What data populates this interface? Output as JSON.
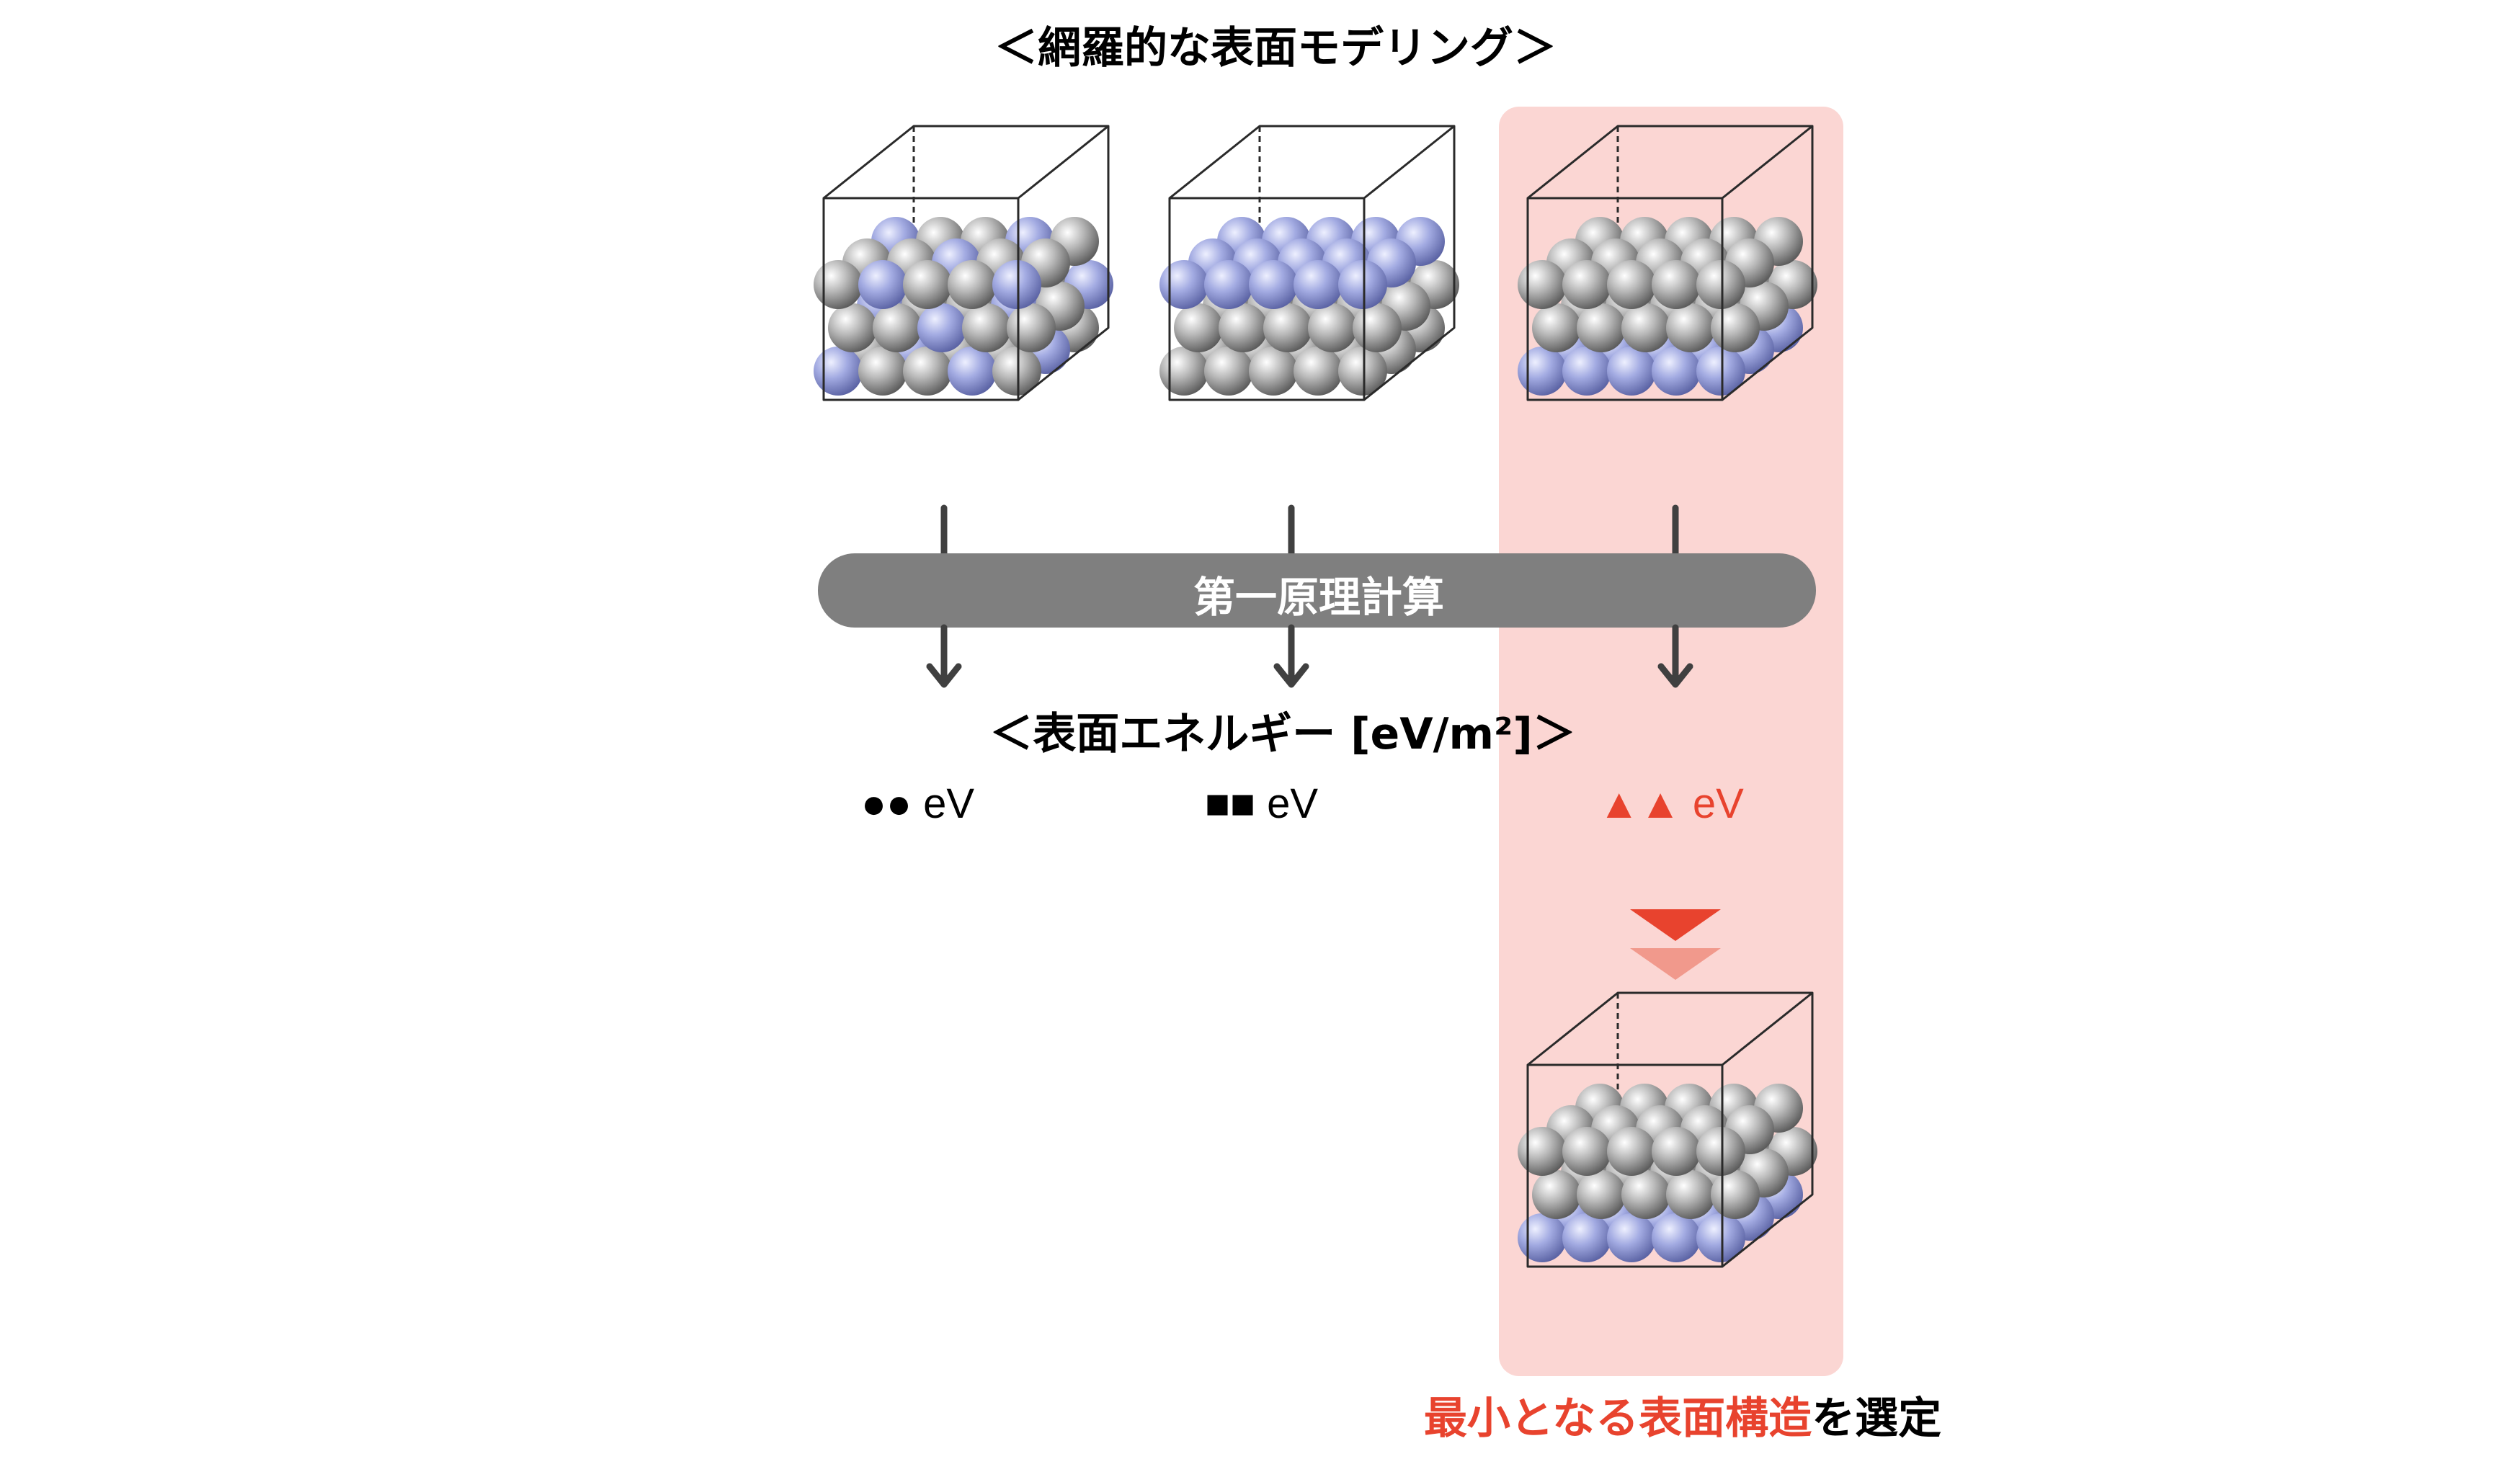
{
  "title": "＜網羅的な表面モデリング＞",
  "process": {
    "label": "第一原理計算"
  },
  "energy_heading": "＜表面エネルギー [eV/m²]＞",
  "candidates": [
    {
      "energy_text": "●● eV",
      "highlighted": false,
      "structure": "mixed-surface"
    },
    {
      "energy_text": "■■ eV",
      "highlighted": false,
      "structure": "blue-surface"
    },
    {
      "energy_text": "▲▲ eV",
      "highlighted": true,
      "structure": "gray-surface"
    }
  ],
  "conclusion": {
    "highlight": "最小となる表面構造",
    "rest": "を選定"
  },
  "colors": {
    "highlight_background": "#fbd6d3",
    "accent_red": "#e8432e",
    "accent_red_light": "#f1998c",
    "process_bar": "#7f7f7f",
    "arrow": "#404040",
    "atom_gray": "#a9a9a9",
    "atom_blue": "#9ea6dc",
    "box_line": "#2a2a2a"
  }
}
